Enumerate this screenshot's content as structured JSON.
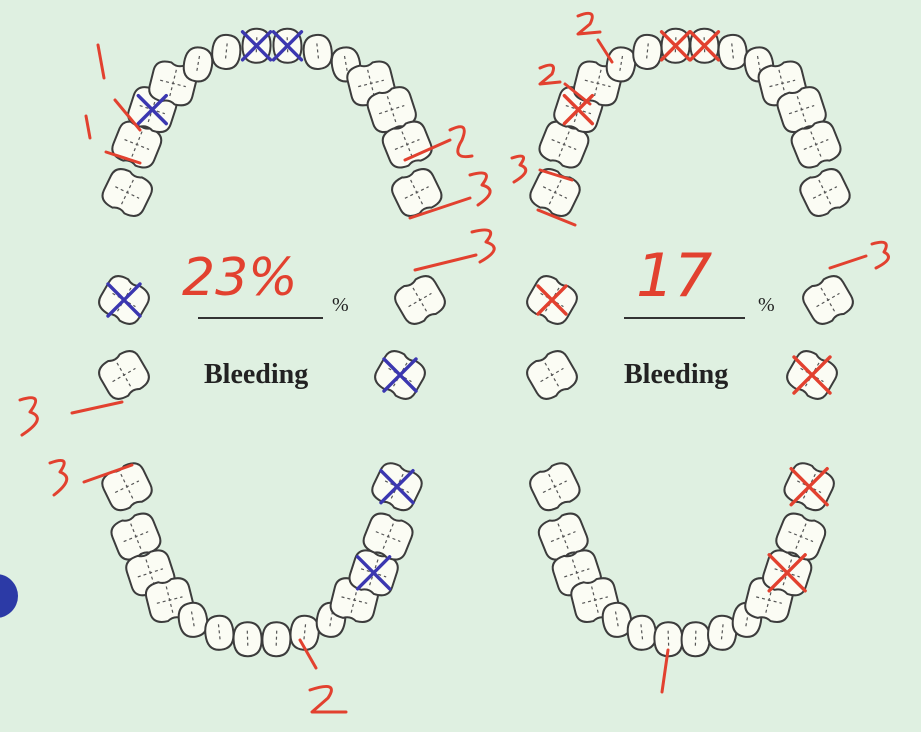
{
  "left_chart": {
    "score_text": "23%",
    "percent_sign": "%",
    "label": "Bleeding"
  },
  "right_chart": {
    "score_text": "17",
    "percent_sign": "%",
    "label": "Bleeding"
  },
  "colors": {
    "background": "#dff0e1",
    "tooth_fill": "#fbfcf4",
    "tooth_outline": "#3c3c3c",
    "red_pen": "#e2412f",
    "blue_pen": "#3b37b0"
  }
}
